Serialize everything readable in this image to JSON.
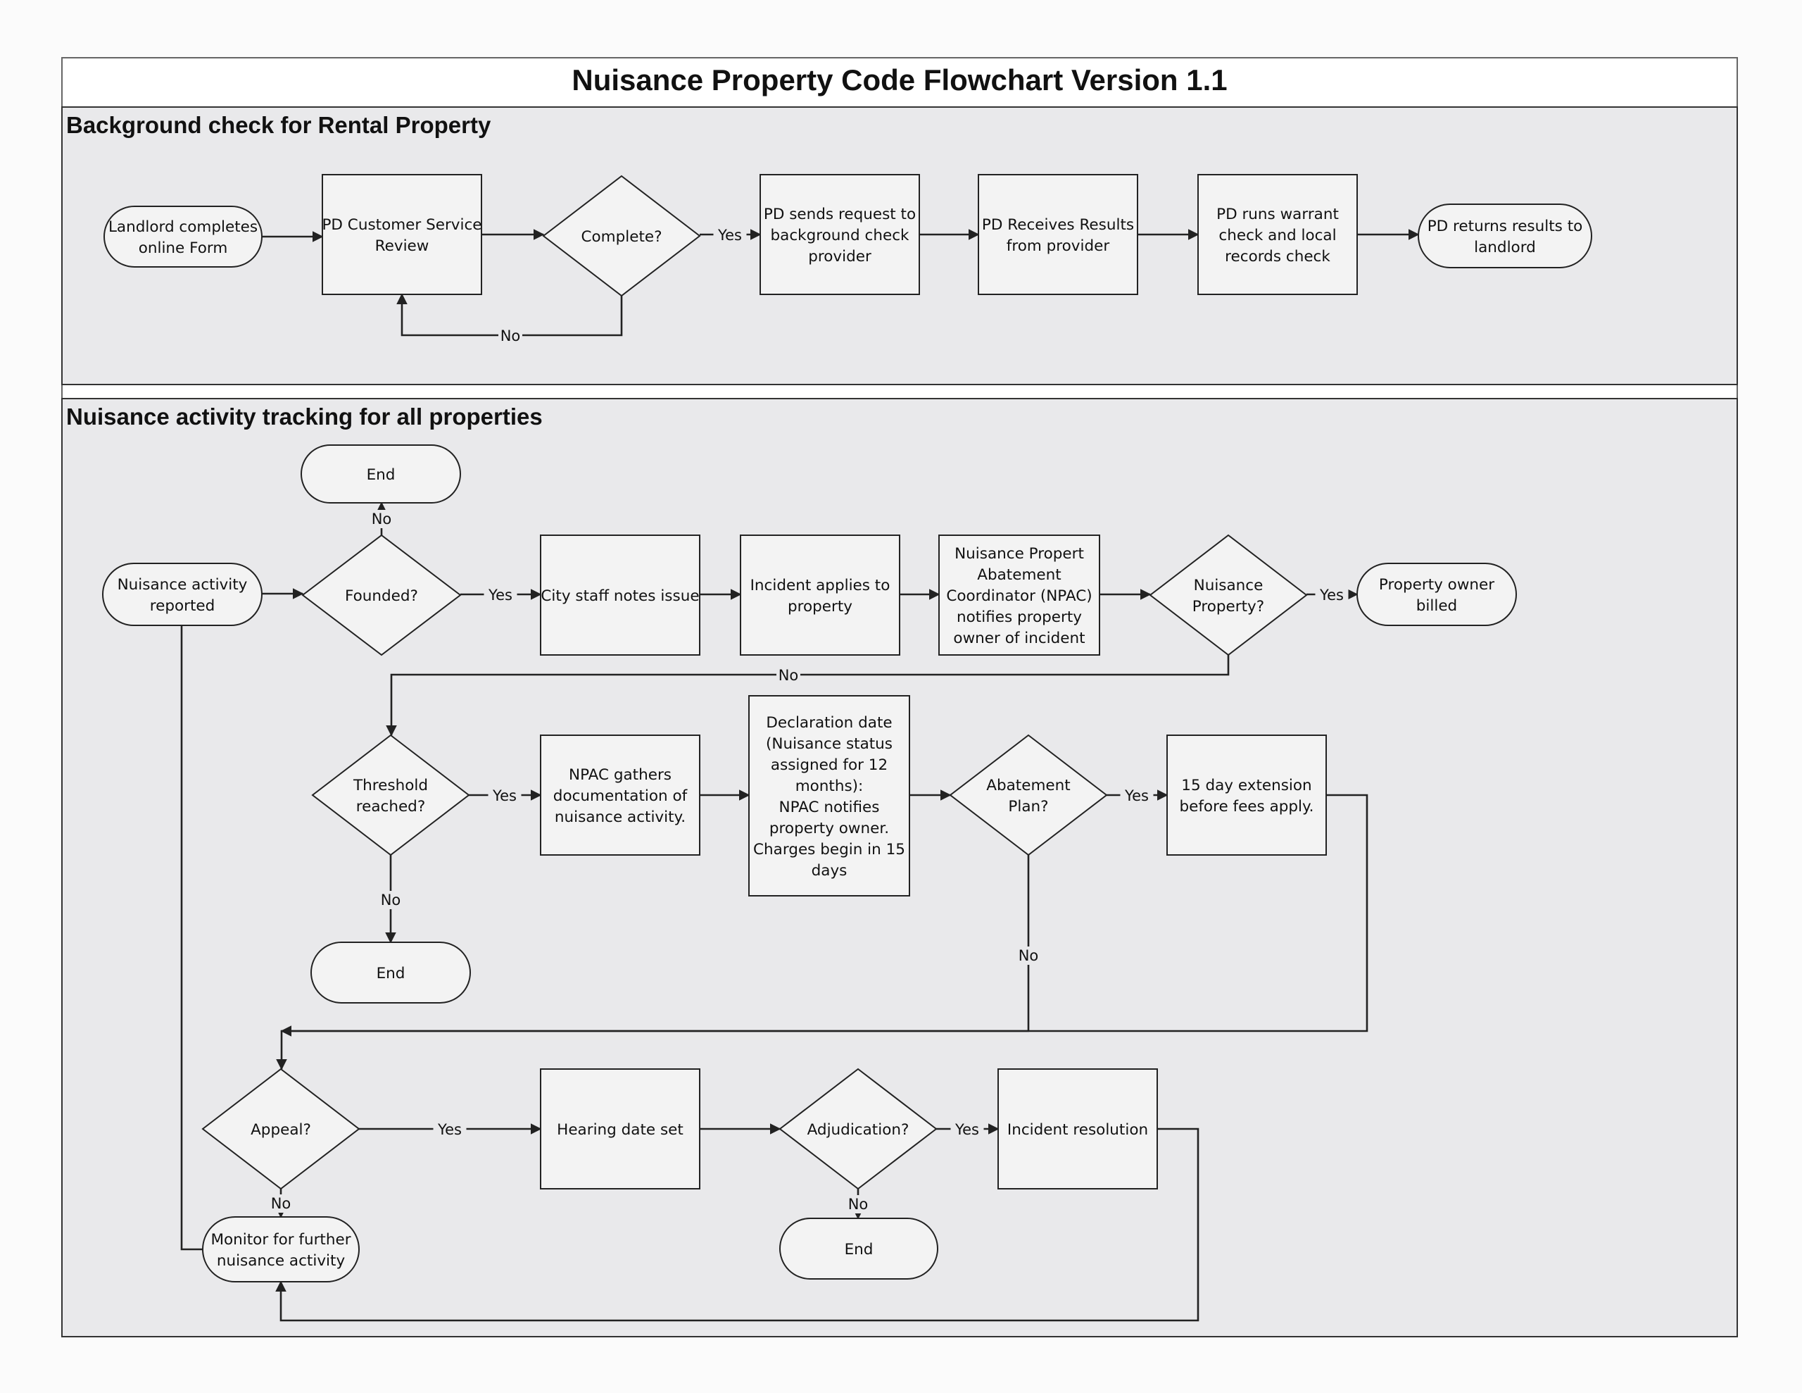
{
  "title": "Nuisance Property Code Flowchart Version 1.1",
  "lanes": [
    {
      "id": "lane1",
      "title": "Background check for Rental Property"
    },
    {
      "id": "lane2",
      "title": "Nuisance activity tracking for all properties"
    }
  ],
  "nodes": [
    {
      "id": "n-landlord-form",
      "shape": "terminal",
      "lines": [
        "Landlord completes",
        "online Form"
      ]
    },
    {
      "id": "n-pd-review",
      "shape": "process",
      "lines": [
        "PD Customer Service",
        "Review"
      ]
    },
    {
      "id": "n-complete",
      "shape": "decision",
      "lines": [
        "Complete?"
      ]
    },
    {
      "id": "n-pd-request",
      "shape": "process",
      "lines": [
        "PD sends request to",
        "background check",
        "provider"
      ]
    },
    {
      "id": "n-pd-receives",
      "shape": "process",
      "lines": [
        "PD Receives Results",
        "from provider"
      ]
    },
    {
      "id": "n-pd-warrant",
      "shape": "process",
      "lines": [
        "PD runs warrant",
        "check and local",
        "records check"
      ]
    },
    {
      "id": "n-pd-returns",
      "shape": "terminal",
      "lines": [
        "PD returns results to",
        "landlord"
      ]
    },
    {
      "id": "n-end-1",
      "shape": "terminal",
      "lines": [
        "End"
      ]
    },
    {
      "id": "n-activity-reported",
      "shape": "terminal",
      "lines": [
        "Nuisance activity",
        "reported"
      ]
    },
    {
      "id": "n-founded",
      "shape": "decision",
      "lines": [
        "Founded?"
      ]
    },
    {
      "id": "n-staff-notes",
      "shape": "process",
      "lines": [
        "City staff notes issue"
      ]
    },
    {
      "id": "n-incident-applies",
      "shape": "process",
      "lines": [
        "Incident applies to",
        "property"
      ]
    },
    {
      "id": "n-npac-notifies",
      "shape": "process",
      "lines": [
        "Nuisance Propert",
        "Abatement",
        "Coordinator (NPAC)",
        "notifies property",
        "owner of incident"
      ]
    },
    {
      "id": "n-nuisance-property",
      "shape": "decision",
      "lines": [
        "Nuisance",
        "Property?"
      ]
    },
    {
      "id": "n-owner-billed",
      "shape": "terminal",
      "lines": [
        "Property owner",
        "billed"
      ]
    },
    {
      "id": "n-threshold",
      "shape": "decision",
      "lines": [
        "Threshold",
        "reached?"
      ]
    },
    {
      "id": "n-npac-gathers",
      "shape": "process",
      "lines": [
        "NPAC gathers",
        "documentation of",
        "nuisance activity."
      ]
    },
    {
      "id": "n-declaration",
      "shape": "process",
      "lines": [
        "Declaration date",
        "(Nuisance status",
        "assigned for 12",
        "months):",
        "NPAC notifies",
        "property owner.",
        "Charges begin in 15",
        "days"
      ]
    },
    {
      "id": "n-abatement-plan",
      "shape": "decision",
      "lines": [
        "Abatement",
        "Plan?"
      ]
    },
    {
      "id": "n-extension",
      "shape": "process",
      "lines": [
        "15 day extension",
        "before fees apply."
      ]
    },
    {
      "id": "n-end-2",
      "shape": "terminal",
      "lines": [
        "End"
      ]
    },
    {
      "id": "n-appeal",
      "shape": "decision",
      "lines": [
        "Appeal?"
      ]
    },
    {
      "id": "n-hearing",
      "shape": "process",
      "lines": [
        "Hearing date set"
      ]
    },
    {
      "id": "n-adjudication",
      "shape": "decision",
      "lines": [
        "Adjudication?"
      ]
    },
    {
      "id": "n-resolution",
      "shape": "process",
      "lines": [
        "Incident resolution"
      ]
    },
    {
      "id": "n-end-3",
      "shape": "terminal",
      "lines": [
        "End"
      ]
    },
    {
      "id": "n-monitor",
      "shape": "terminal",
      "lines": [
        "Monitor for further",
        "nuisance activity"
      ]
    }
  ],
  "edges": [
    {
      "id": "e01",
      "from": "n-landlord-form",
      "to": "n-pd-review",
      "label": ""
    },
    {
      "id": "e02",
      "from": "n-pd-review",
      "to": "n-complete",
      "label": ""
    },
    {
      "id": "e03",
      "from": "n-complete",
      "to": "n-pd-request",
      "label": "Yes"
    },
    {
      "id": "e04",
      "from": "n-complete",
      "to": "n-pd-review",
      "label": "No"
    },
    {
      "id": "e05",
      "from": "n-pd-request",
      "to": "n-pd-receives",
      "label": ""
    },
    {
      "id": "e06",
      "from": "n-pd-receives",
      "to": "n-pd-warrant",
      "label": ""
    },
    {
      "id": "e07",
      "from": "n-pd-warrant",
      "to": "n-pd-returns",
      "label": ""
    },
    {
      "id": "e08",
      "from": "n-activity-reported",
      "to": "n-founded",
      "label": ""
    },
    {
      "id": "e09",
      "from": "n-founded",
      "to": "n-end-1",
      "label": "No"
    },
    {
      "id": "e10",
      "from": "n-founded",
      "to": "n-staff-notes",
      "label": "Yes"
    },
    {
      "id": "e11",
      "from": "n-staff-notes",
      "to": "n-incident-applies",
      "label": ""
    },
    {
      "id": "e12",
      "from": "n-incident-applies",
      "to": "n-npac-notifies",
      "label": ""
    },
    {
      "id": "e13",
      "from": "n-npac-notifies",
      "to": "n-nuisance-property",
      "label": ""
    },
    {
      "id": "e14",
      "from": "n-nuisance-property",
      "to": "n-owner-billed",
      "label": "Yes"
    },
    {
      "id": "e15",
      "from": "n-nuisance-property",
      "to": "n-threshold",
      "label": "No"
    },
    {
      "id": "e16",
      "from": "n-threshold",
      "to": "n-npac-gathers",
      "label": "Yes"
    },
    {
      "id": "e17",
      "from": "n-threshold",
      "to": "n-end-2",
      "label": "No"
    },
    {
      "id": "e18",
      "from": "n-npac-gathers",
      "to": "n-declaration",
      "label": ""
    },
    {
      "id": "e19",
      "from": "n-declaration",
      "to": "n-abatement-plan",
      "label": ""
    },
    {
      "id": "e20",
      "from": "n-abatement-plan",
      "to": "n-extension",
      "label": "Yes"
    },
    {
      "id": "e21",
      "from": "n-abatement-plan",
      "to": "n-appeal",
      "label": "No"
    },
    {
      "id": "e22",
      "from": "n-extension",
      "to": "n-appeal",
      "label": ""
    },
    {
      "id": "e23",
      "from": "n-appeal",
      "to": "n-hearing",
      "label": "Yes"
    },
    {
      "id": "e24",
      "from": "n-appeal",
      "to": "n-monitor",
      "label": "No"
    },
    {
      "id": "e25",
      "from": "n-hearing",
      "to": "n-adjudication",
      "label": ""
    },
    {
      "id": "e26",
      "from": "n-adjudication",
      "to": "n-resolution",
      "label": "Yes"
    },
    {
      "id": "e27",
      "from": "n-adjudication",
      "to": "n-end-3",
      "label": "No"
    },
    {
      "id": "e28",
      "from": "n-resolution",
      "to": "n-monitor",
      "label": ""
    },
    {
      "id": "e29",
      "from": "n-monitor",
      "to": "n-activity-reported",
      "label": ""
    }
  ]
}
